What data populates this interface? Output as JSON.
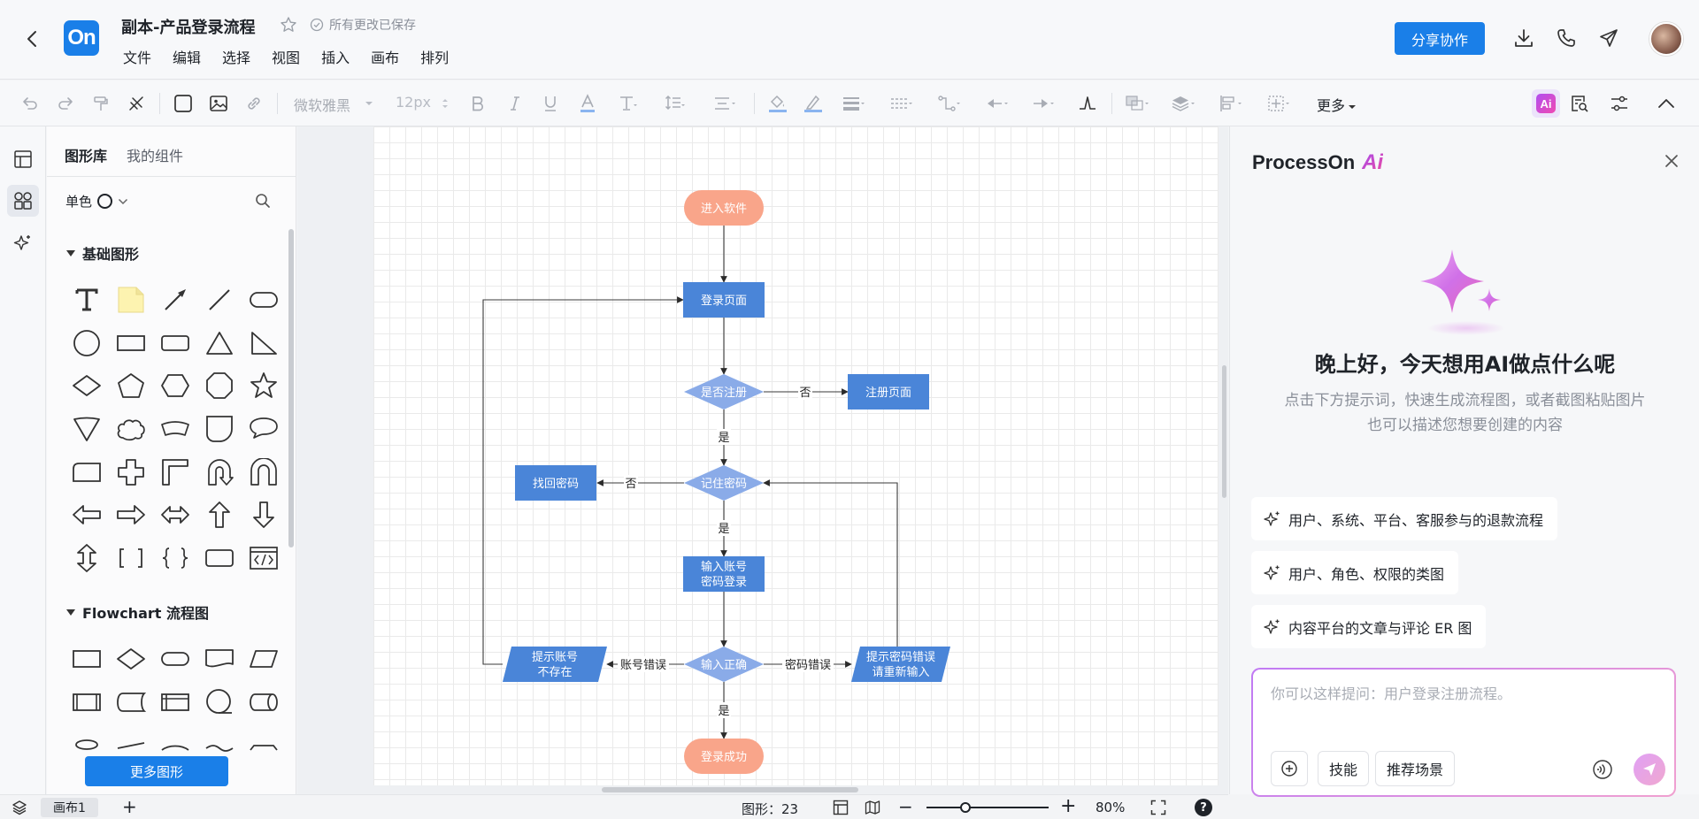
{
  "header": {
    "logo_text": "On",
    "title": "副本-产品登录流程",
    "save_status": "所有更改已保存",
    "menu": [
      "文件",
      "编辑",
      "选择",
      "视图",
      "插入",
      "画布",
      "排列"
    ],
    "share_label": "分享协作"
  },
  "toolbar": {
    "font_name": "微软雅黑",
    "font_size": "12px",
    "more_label": "更多",
    "accent_color": "#1a7fe8"
  },
  "library": {
    "tabs": [
      "图形库",
      "我的组件"
    ],
    "color_mode": "单色",
    "section_basic": "基础图形",
    "section_flowchart": "Flowchart 流程图",
    "more_shapes_label": "更多图形"
  },
  "flowchart": {
    "nodes": {
      "start": "进入软件",
      "login_page": "登录页面",
      "registered": "是否注册",
      "register_page": "注册页面",
      "remember": "记住密码",
      "find_pwd": "找回密码",
      "input_line1": "输入账号",
      "input_line2": "密码登录",
      "correct": "输入正确",
      "acct_err_line1": "提示账号",
      "acct_err_line2": "不存在",
      "pwd_err_line1": "提示密码错误",
      "pwd_err_line2": "请重新输入",
      "success": "登录成功"
    },
    "labels": {
      "no": "否",
      "yes": "是",
      "account_error": "账号错误",
      "password_error": "密码错误"
    },
    "colors": {
      "process": "#4a85d8",
      "decision": "#8aabe8",
      "terminal": "#f9a58a"
    }
  },
  "ai": {
    "brand": "ProcessOn",
    "brand_mark": "Ai",
    "greeting": "晚上好，今天想用AI做点什么呢",
    "subtitle_line1": "点击下方提示词，快速生成流程图，或者截图粘贴图片",
    "subtitle_line2": "也可以描述您想要创建的内容",
    "suggestions": [
      "用户、系统、平台、客服参与的退款流程",
      "用户、角色、权限的类图",
      "内容平台的文章与评论 ER 图"
    ],
    "input_placeholder": "你可以这样提问：用户登录注册流程。",
    "chip_skills": "技能",
    "chip_scenes": "推荐场景"
  },
  "status": {
    "page_name": "画布1",
    "shape_count": "图形：23",
    "zoom": "80%",
    "zoom_fraction": 0.32
  }
}
